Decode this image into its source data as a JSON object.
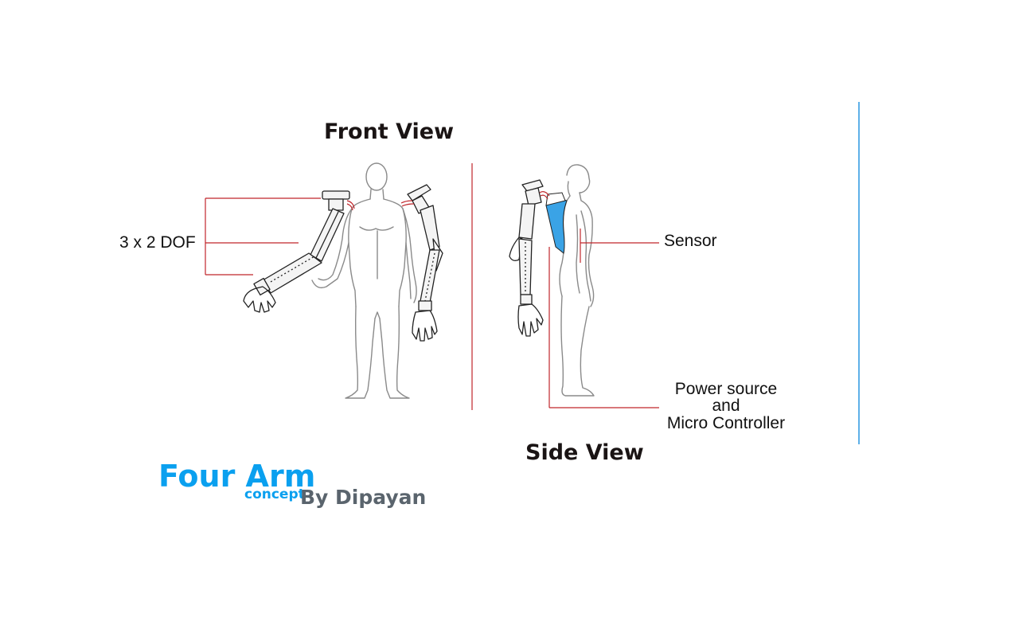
{
  "titles": {
    "front": "Front View",
    "side": "Side View"
  },
  "labels": {
    "dof": "3 x 2 DOF",
    "sensor": "Sensor",
    "power_line1": "Power source",
    "power_line2": "and",
    "power_line3": "Micro Controller"
  },
  "branding": {
    "title": "Four Arm",
    "subtitle": "concept",
    "author": "By Dipayan"
  },
  "colors": {
    "leader_line": "#c0262b",
    "brand_blue": "#0aa0ef",
    "author_gray": "#5a646d",
    "sensor_fill": "#3aa3e6",
    "divider_blue": "#2896e0",
    "title_dark": "#1a1414"
  }
}
